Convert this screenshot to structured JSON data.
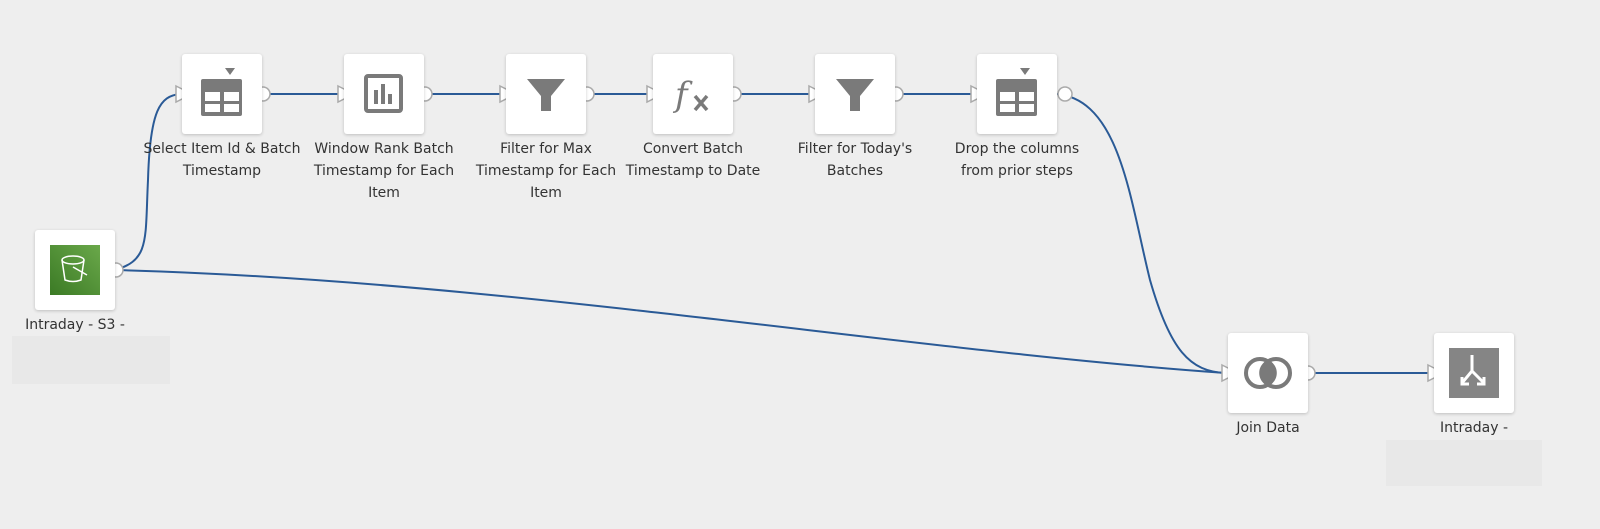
{
  "nodes": [
    {
      "id": "s3",
      "label": "Intraday - S3 -",
      "icon": "s3-bucket-icon",
      "color": "#4a8a2f"
    },
    {
      "id": "select",
      "label": "Select Item Id & Batch Timestamp",
      "icon": "select-columns-icon"
    },
    {
      "id": "window",
      "label": "Window Rank Batch Timestamp for Each Item",
      "icon": "bar-chart-icon"
    },
    {
      "id": "filter1",
      "label": "Filter for Max Timestamp for Each Item",
      "icon": "filter-icon"
    },
    {
      "id": "convert",
      "label": "Convert Batch Timestamp to Date",
      "icon": "function-icon"
    },
    {
      "id": "filter2",
      "label": "Filter for Today's Batches",
      "icon": "filter-icon"
    },
    {
      "id": "drop",
      "label": "Drop the columns from prior steps",
      "icon": "select-columns-icon"
    },
    {
      "id": "join",
      "label": "Join Data",
      "icon": "join-icon"
    },
    {
      "id": "out",
      "label": "Intraday -",
      "icon": "output-icon"
    }
  ],
  "edge_color": "#2a5a96"
}
